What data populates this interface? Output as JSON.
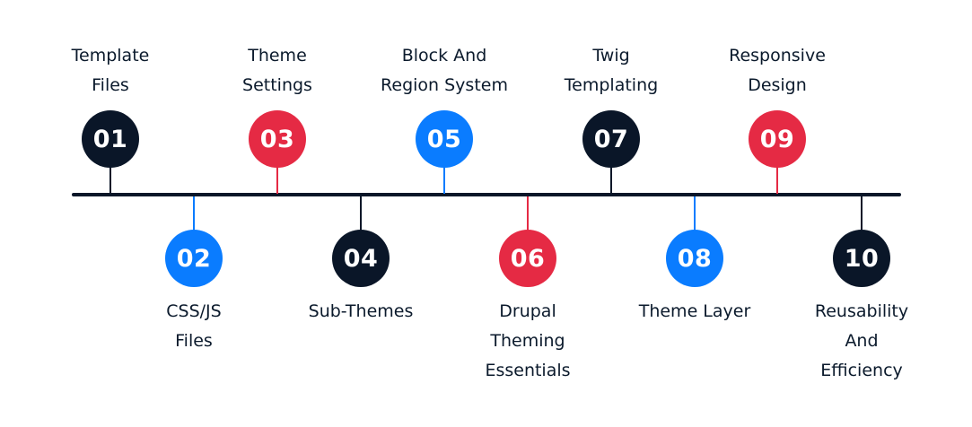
{
  "colors": {
    "dark": "#0a1628",
    "red": "#e52a44",
    "blue": "#0a7cff"
  },
  "milestones": [
    {
      "number": "01",
      "lines": [
        "Template",
        "Files"
      ],
      "color": "dark",
      "side": "top"
    },
    {
      "number": "02",
      "lines": [
        "CSS/JS",
        "Files"
      ],
      "color": "blue",
      "side": "bottom"
    },
    {
      "number": "03",
      "lines": [
        "Theme",
        "Settings"
      ],
      "color": "red",
      "side": "top"
    },
    {
      "number": "04",
      "lines": [
        "Sub-Themes"
      ],
      "color": "dark",
      "side": "bottom"
    },
    {
      "number": "05",
      "lines": [
        "Block And",
        "Region System"
      ],
      "color": "blue",
      "side": "top"
    },
    {
      "number": "06",
      "lines": [
        "Drupal",
        "Theming",
        "Essentials"
      ],
      "color": "red",
      "side": "bottom"
    },
    {
      "number": "07",
      "lines": [
        "Twig",
        "Templating"
      ],
      "color": "dark",
      "side": "top"
    },
    {
      "number": "08",
      "lines": [
        "Theme Layer"
      ],
      "color": "blue",
      "side": "bottom"
    },
    {
      "number": "09",
      "lines": [
        "Responsive",
        "Design"
      ],
      "color": "red",
      "side": "top"
    },
    {
      "number": "10",
      "lines": [
        "Reusability",
        "And",
        "Efficiency"
      ],
      "color": "dark",
      "side": "bottom"
    }
  ]
}
